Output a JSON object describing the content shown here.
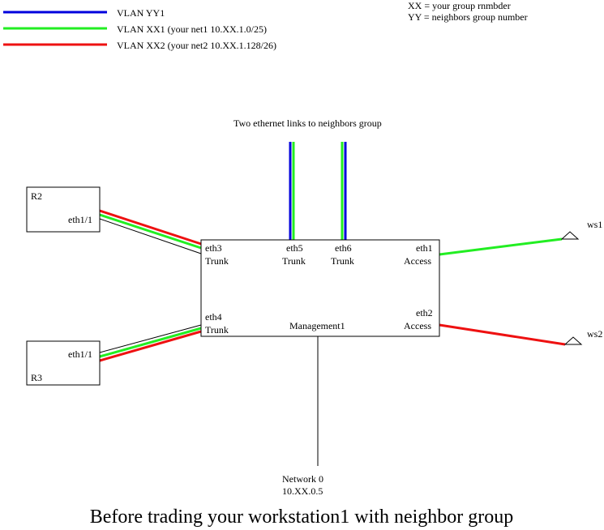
{
  "legend": {
    "items": [
      {
        "label": "VLAN YY1",
        "color": "#0000dd"
      },
      {
        "label": "VLAN XX1  (your net1 10.XX.1.0/25)",
        "color": "#22ee22"
      },
      {
        "label": "VLAN XX2 (your net2 10.XX.1.128/26)",
        "color": "#ee1111"
      }
    ],
    "notes": [
      "XX = your group rnmbder",
      "YY = neighbors group number"
    ]
  },
  "neighbor_links_label": "Two ethernet links to neighbors group",
  "routers": {
    "r2": {
      "name": "R2",
      "port": "eth1/1"
    },
    "r3": {
      "name": "R3",
      "port": "eth1/1"
    }
  },
  "switch": {
    "ports": {
      "eth3": {
        "name": "eth3",
        "mode": "Trunk"
      },
      "eth5": {
        "name": "eth5",
        "mode": "Trunk"
      },
      "eth6": {
        "name": "eth6",
        "mode": "Trunk"
      },
      "eth1": {
        "name": "eth1",
        "mode": "Access"
      },
      "eth4": {
        "name": "eth4",
        "mode": "Trunk"
      },
      "eth2": {
        "name": "eth2",
        "mode": "Access"
      }
    },
    "management": "Management1"
  },
  "workstations": {
    "ws1": "ws1",
    "ws2": "ws2"
  },
  "network": {
    "name": "Network 0",
    "address": "10.XX.0.5"
  },
  "title": "Before trading your workstation1 with neighbor group"
}
